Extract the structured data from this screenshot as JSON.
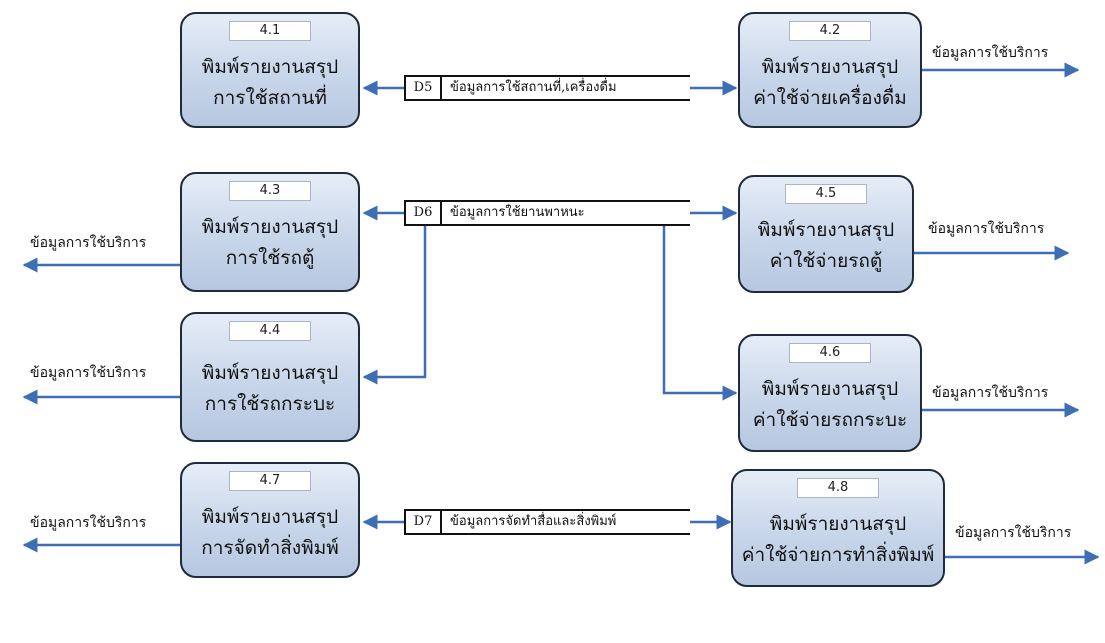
{
  "processes": [
    {
      "id": "4.1",
      "line1": "พิมพ์รายงานสรุป",
      "line2": "การใช้สถานที่"
    },
    {
      "id": "4.2",
      "line1": "พิมพ์รายงานสรุป",
      "line2": "ค่าใช้จ่ายเครื่องดื่ม"
    },
    {
      "id": "4.3",
      "line1": "พิมพ์รายงานสรุป",
      "line2": "การใช้รถตู้"
    },
    {
      "id": "4.4",
      "line1": "พิมพ์รายงานสรุป",
      "line2": "การใช้รถกระบะ"
    },
    {
      "id": "4.5",
      "line1": "พิมพ์รายงานสรุป",
      "line2": "ค่าใช้จ่ายรถตู้"
    },
    {
      "id": "4.6",
      "line1": "พิมพ์รายงานสรุป",
      "line2": "ค่าใช้จ่ายรถกระบะ"
    },
    {
      "id": "4.7",
      "line1": "พิมพ์รายงานสรุป",
      "line2": "การจัดทำสิ่งพิมพ์"
    },
    {
      "id": "4.8",
      "line1": "พิมพ์รายงานสรุป",
      "line2": "ค่าใช้จ่ายการทำสิ่งพิมพ์"
    }
  ],
  "stores": [
    {
      "id": "D5",
      "name": "ข้อมูลการใช้สถานที่,เครื่องดื่ม"
    },
    {
      "id": "D6",
      "name": "ข้อมูลการใช้ยานพาหนะ"
    },
    {
      "id": "D7",
      "name": "ข้อมูลการจัดทำสื่อและสิ่งพิมพ์"
    }
  ],
  "flow_label": "ข้อมูลการใช้บริการ",
  "colors": {
    "arrow": "#3e6fb5",
    "process_border": "#1f2a3a",
    "process_fill": "#c8d6ea"
  }
}
